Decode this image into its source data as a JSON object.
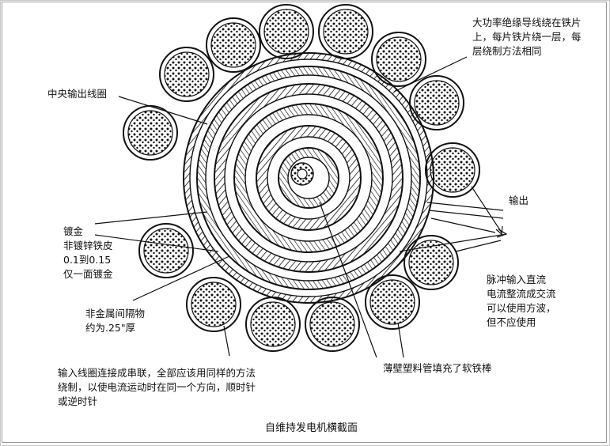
{
  "labels": {
    "top_right": "大功率绝缘导线绕在铁片\n上，每片铁片绕一层，每\n层绕制方法相同",
    "central_coil": "中央输出线圈",
    "output": "输出",
    "plating": "镀金\n非镀锌铁皮\n0.1到0.15\n仅一面镀金",
    "pulse_input": "脉冲输入直流\n电流整流成交流\n可以使用方波，\n但不应使用",
    "spacer": "非金属间隔物\n约为.25\"厚",
    "input_coils": "输入线圈连接成串联，全部应该用同样的方法\n绕制，以使电流运动时在同一个方向，顺时针\n或逆时针",
    "tubes": "薄壁塑料管填充了软铁棒"
  },
  "caption": "自维持发电机横截面",
  "colors": {
    "ink": "#111111",
    "frame": "#9a9a9a",
    "background": "#ffffff"
  }
}
